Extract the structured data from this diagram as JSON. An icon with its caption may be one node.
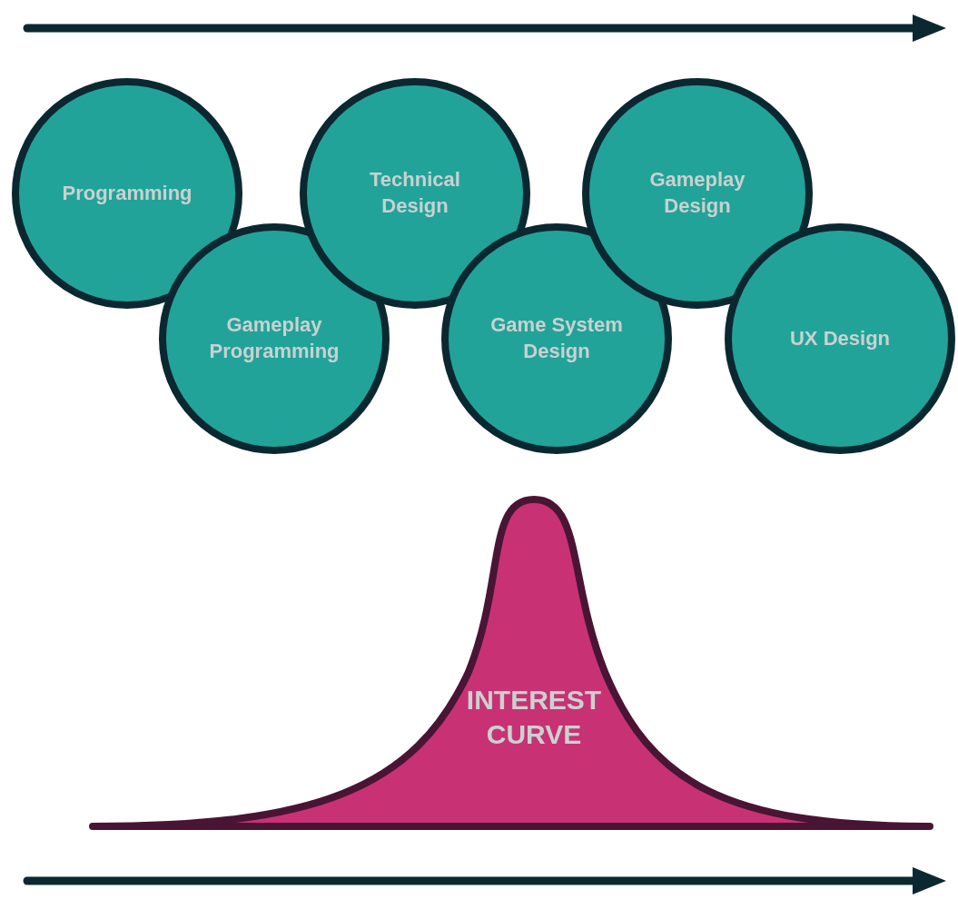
{
  "diagram": {
    "nodes": [
      {
        "text": [
          "Programming"
        ]
      },
      {
        "text": [
          "Gameplay Programming"
        ]
      },
      {
        "text": [
          "Technical Design"
        ]
      },
      {
        "text": [
          "Game System Design"
        ]
      },
      {
        "text": [
          "Gameplay Design"
        ]
      },
      {
        "text": [
          "UX Design"
        ]
      },
      {
        "text": [
          "INTEREST CURVE"
        ]
      }
    ]
  }
}
